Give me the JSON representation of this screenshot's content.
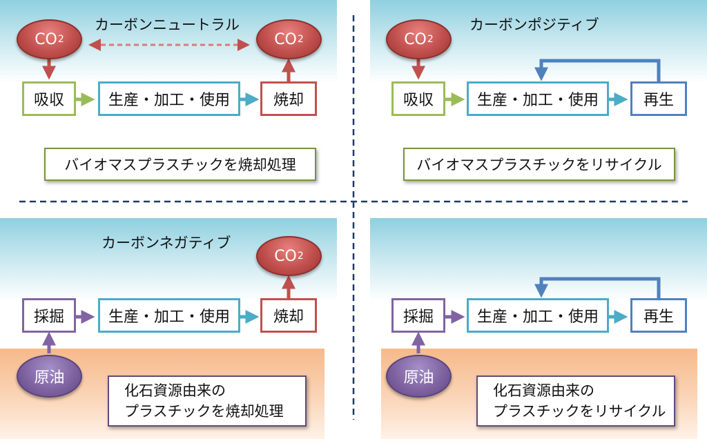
{
  "panels": {
    "neutral": {
      "title": "カーボンニュートラル",
      "co2_left": "CO",
      "co2_right": "CO",
      "co2_sub": "2",
      "absorb": "吸収",
      "produce": "生産・加工・使用",
      "incinerate": "焼却",
      "caption": "バイオマスプラスチックを焼却処理",
      "colors": {
        "green": "#9bbb59",
        "cyan": "#4bacc6",
        "red": "#c0504d"
      }
    },
    "positive": {
      "title": "カーボンポジティブ",
      "co2": "CO",
      "co2_sub": "2",
      "absorb": "吸収",
      "produce": "生産・加工・使用",
      "recycle": "再生",
      "caption": "バイオマスプラスチックをリサイクル",
      "colors": {
        "blue": "#4f81bd"
      }
    },
    "negative": {
      "title": "カーボンネガティブ",
      "co2": "CO",
      "co2_sub": "2",
      "mining": "採掘",
      "produce": "生産・加工・使用",
      "incinerate": "焼却",
      "crude_oil": "原油",
      "caption_line1": "化石資源由来の",
      "caption_line2": "プラスチックを焼却処理",
      "colors": {
        "purple": "#8064a2"
      }
    },
    "fossil_recycle": {
      "mining": "採掘",
      "produce": "生産・加工・使用",
      "recycle": "再生",
      "crude_oil": "原油",
      "caption_line1": "化石資源由来の",
      "caption_line2": "プラスチックをリサイクル"
    }
  }
}
